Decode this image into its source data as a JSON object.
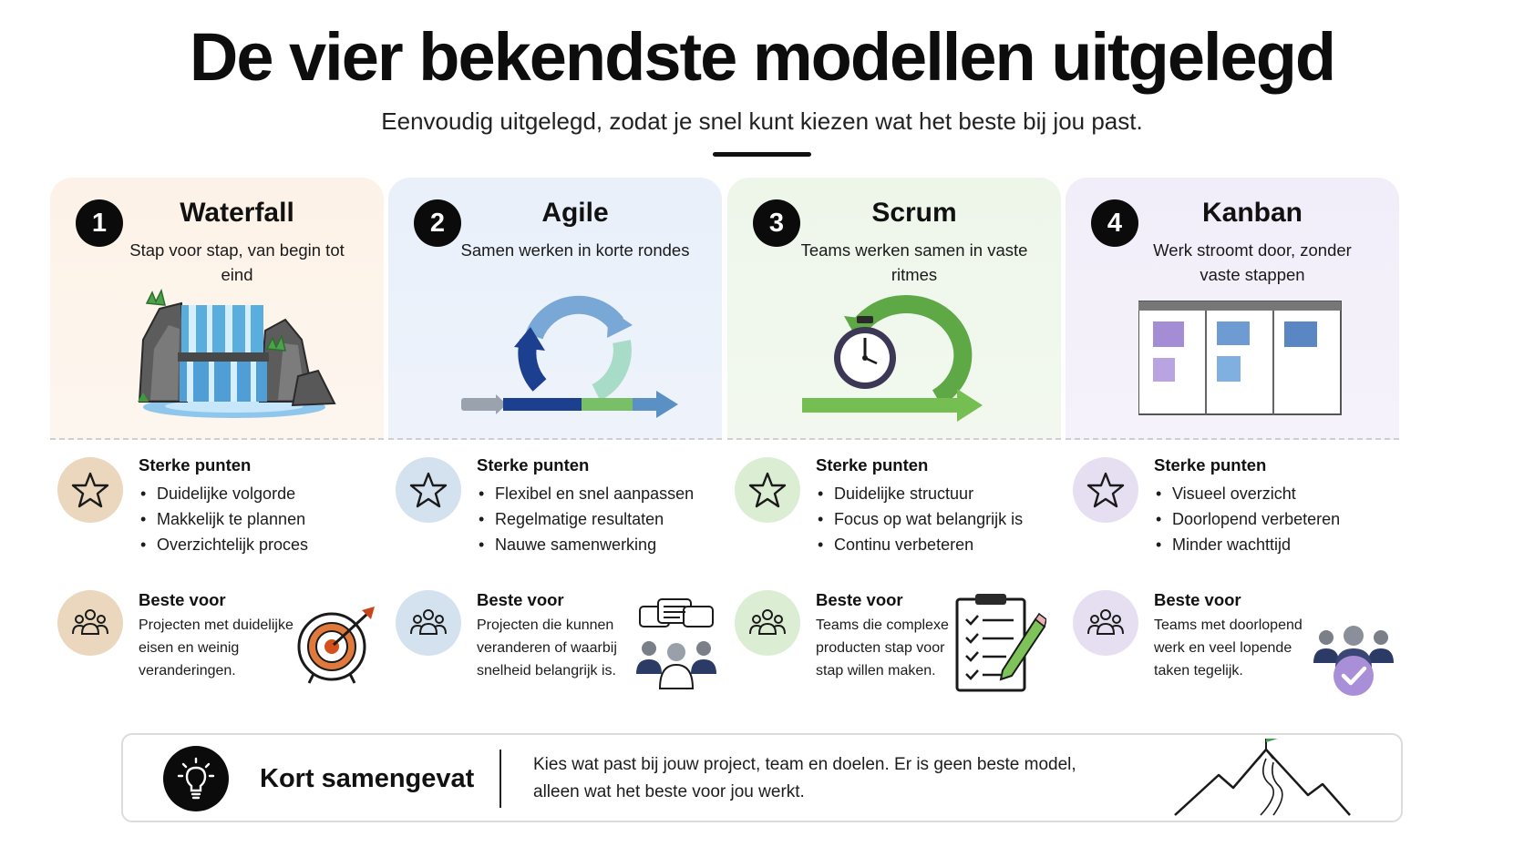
{
  "header": {
    "title": "De vier bekendste modellen uitgelegd",
    "subtitle": "Eenvoudig uitgelegd, zodat je snel kunt kiezen wat het beste bij jou past."
  },
  "labels": {
    "strengths": "Sterke punten",
    "best_for": "Beste voor"
  },
  "models": [
    {
      "number": "1",
      "title": "Waterfall",
      "subtitle": "Stap voor stap, van begin tot eind",
      "illustration": "waterfall-illustration",
      "strengths": [
        "Duidelijke volgorde",
        "Makkelijk te plannen",
        "Overzichtelijk proces"
      ],
      "best_for": "Projecten met duidelijke eisen en weinig veranderingen.",
      "best_icon": "target-icon",
      "accent": "#ead7bd"
    },
    {
      "number": "2",
      "title": "Agile",
      "subtitle": "Samen werken in korte rondes",
      "illustration": "cycle-arrows-illustration",
      "strengths": [
        "Flexibel en snel aanpassen",
        "Regelmatige resultaten",
        "Nauwe samenwerking"
      ],
      "best_for": "Projecten die kunnen veranderen of waarbij snelheid belangrijk is.",
      "best_icon": "chat-team-icon",
      "accent": "#d4e1ee"
    },
    {
      "number": "3",
      "title": "Scrum",
      "subtitle": "Teams werken samen in vaste ritmes",
      "illustration": "stopwatch-sprint-illustration",
      "strengths": [
        "Duidelijke structuur",
        "Focus op wat belangrijk is",
        "Continu verbeteren"
      ],
      "best_for": "Teams die complexe producten stap voor stap willen maken.",
      "best_icon": "checklist-icon",
      "accent": "#dbeed3"
    },
    {
      "number": "4",
      "title": "Kanban",
      "subtitle": "Werk stroomt door, zonder vaste stappen",
      "illustration": "kanban-board-illustration",
      "strengths": [
        "Visueel overzicht",
        "Doorlopend verbeteren",
        "Minder wachttijd"
      ],
      "best_for": "Teams met doorlopend werk en veel lopende taken tegelijk.",
      "best_icon": "team-check-icon",
      "accent": "#e6dff1"
    }
  ],
  "summary": {
    "title": "Kort samengevat",
    "text": "Kies wat past bij jouw project, team en doelen. Er is geen beste model, alleen wat het beste voor jou werkt.",
    "icon": "lightbulb-icon",
    "illustration": "mountain-flag-icon"
  }
}
